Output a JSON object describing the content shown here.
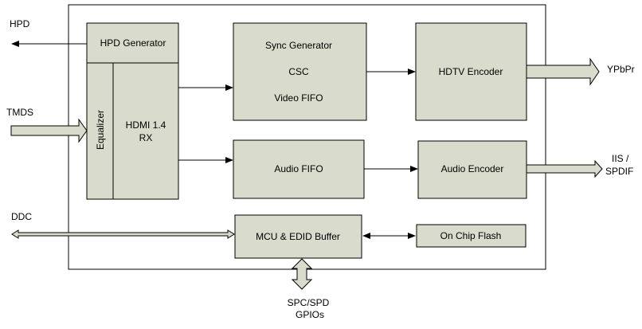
{
  "external": {
    "hpd": "HPD",
    "tmds": "TMDS",
    "ddc": "DDC",
    "ypbpr": "YPbPr",
    "iis_line1": "IIS /",
    "iis_line2": "SPDIF",
    "gpio_line1": "SPC/SPD",
    "gpio_line2": "GPIOs"
  },
  "blocks": {
    "hpd_generator": "HPD Generator",
    "equalizer": "Equalizer",
    "hdmi_rx_line1": "HDMI 1.4",
    "hdmi_rx_line2": "RX",
    "sync_generator": "Sync Generator",
    "csc": "CSC",
    "video_fifo": "Video FIFO",
    "hdtv_encoder": "HDTV Encoder",
    "audio_fifo": "Audio FIFO",
    "audio_encoder": "Audio Encoder",
    "mcu_edid": "MCU & EDID Buffer",
    "on_chip_flash": "On Chip Flash"
  },
  "colors": {
    "block_fill": "#d9dccc",
    "line": "#000000",
    "background": "#ffffff"
  }
}
